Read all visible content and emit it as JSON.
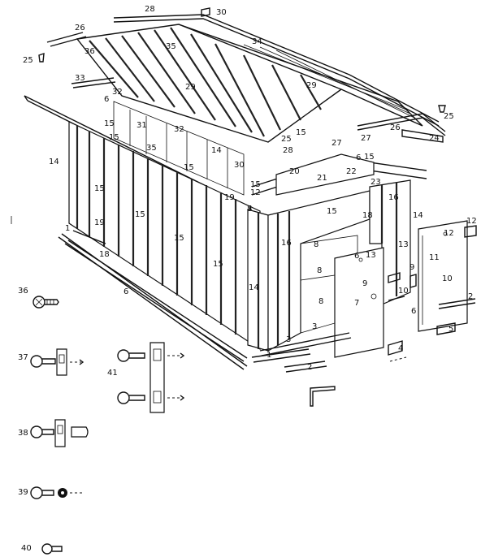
{
  "labels": {
    "n1": "1",
    "n2": "2",
    "n3": "3",
    "n4": "4",
    "n5": "5",
    "n6": "6",
    "n7": "7",
    "n8": "8",
    "n9": "9",
    "n10": "10",
    "n11": "11",
    "n12": "12",
    "n13": "13",
    "n14": "14",
    "n15": "15",
    "n16": "16",
    "n18": "18",
    "n19": "19",
    "n20": "20",
    "n21": "21",
    "n22": "22",
    "n23": "23",
    "n24": "24",
    "n25": "25",
    "n26": "26",
    "n27": "27",
    "n28": "28",
    "n29": "29",
    "n30": "30",
    "n31": "31",
    "n32": "32",
    "n33": "33",
    "n34": "34",
    "n35": "35",
    "n36": "36",
    "n37": "37",
    "n38": "38",
    "n39": "39",
    "n40": "40",
    "n41": "41"
  }
}
